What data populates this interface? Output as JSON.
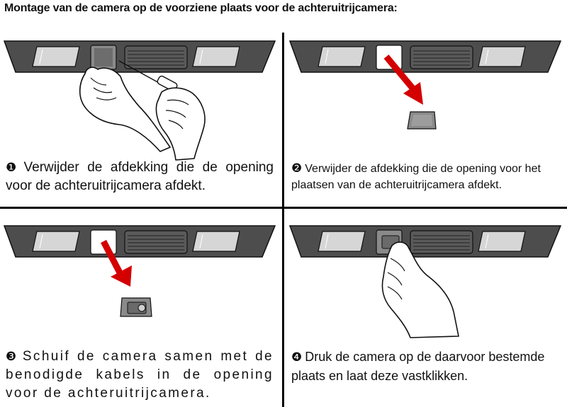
{
  "document": {
    "title": "Montage van de camera op de voorziene plaats voor de achteruitrijcamera:"
  },
  "steps": [
    {
      "marker": "❶",
      "text": "Verwijder de afdekking die de opening voor de achteruitrijcamera afdekt."
    },
    {
      "marker": "❷",
      "text": "Verwijder de afdekking die de opening voor het plaatsen van de achteruitrijcamera afdekt."
    },
    {
      "marker": "❸",
      "text": "Schuif de camera samen met de benodigde kabels in de opening voor de achteruitrijcamera."
    },
    {
      "marker": "❹",
      "text": "Druk de camera op de daarvoor bestemde plaats en laat deze vastklikken."
    }
  ],
  "colors": {
    "bar": "#4d4d4d",
    "lamp": "#d4d4d4",
    "arrow": "#d40000",
    "outline": "#111111"
  },
  "icons": [
    "hand-with-tool-illustration",
    "red-arrow-icon",
    "camera-module-illustration",
    "hand-pressing-illustration"
  ]
}
